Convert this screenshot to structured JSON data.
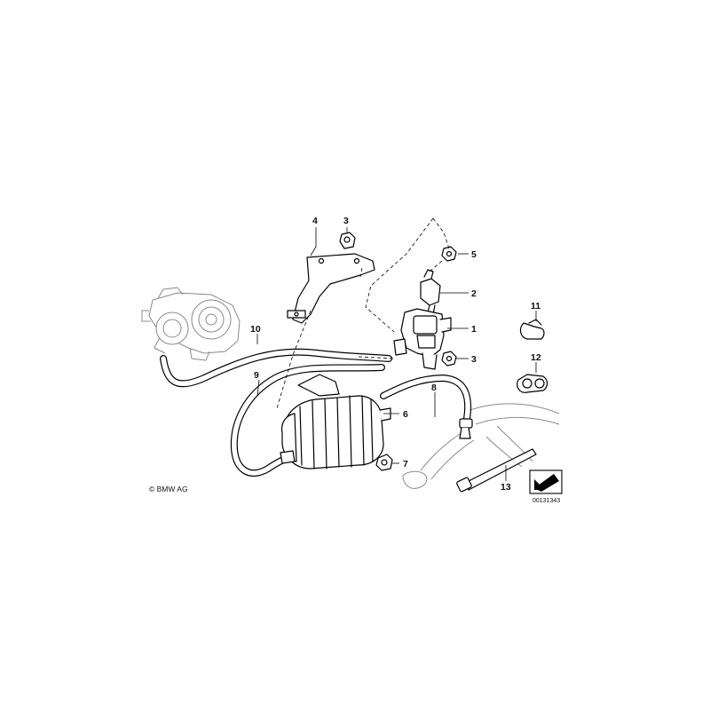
{
  "diagram": {
    "callouts": [
      "1",
      "2",
      "3",
      "3",
      "4",
      "5",
      "6",
      "7",
      "8",
      "9",
      "10",
      "11",
      "12",
      "13"
    ],
    "copyright": "© BMW AG",
    "reference": "00131343"
  },
  "icons": {
    "turbocharger": "turbocharger-icon",
    "pressure_converter": "pressure-converter-icon",
    "vacuum_reservoir": "vacuum-reservoir-icon",
    "cable_tie": "cable-tie-icon",
    "arrow_tag": "arrow-tag-icon"
  }
}
